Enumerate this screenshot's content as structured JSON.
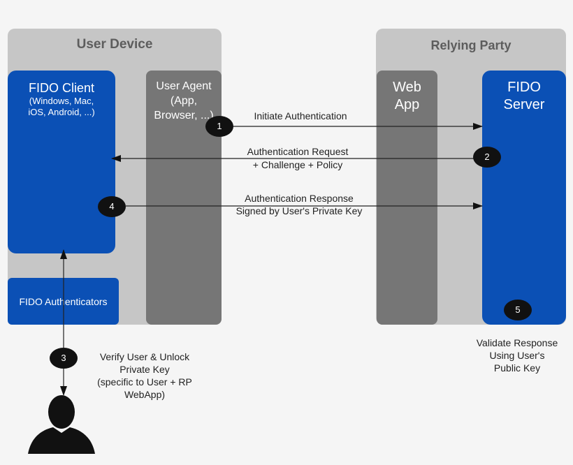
{
  "user_device": {
    "title": "User Device",
    "fido_client": {
      "title": "FIDO Client",
      "sub1": "(Windows, Mac,",
      "sub2": "iOS, Android, ...)"
    },
    "authenticators": {
      "label": "FIDO Authenticators"
    },
    "user_agent": {
      "line1": "User Agent",
      "line2": "(App,",
      "line3": "Browser, ...)"
    }
  },
  "relying_party": {
    "title": "Relying Party",
    "web_app": {
      "line1": "Web",
      "line2": "App"
    },
    "fido_server": {
      "line1": "FIDO",
      "line2": "Server"
    }
  },
  "steps": {
    "s1": {
      "num": "1",
      "text": "Initiate Authentication"
    },
    "s2": {
      "num": "2",
      "line1": "Authentication Request",
      "line2": "+ Challenge + Policy"
    },
    "s3": {
      "num": "3",
      "line1": "Verify User & Unlock",
      "line2": "Private Key",
      "line3": "(specific to User + RP",
      "line4": "WebApp)"
    },
    "s4": {
      "num": "4",
      "line1": "Authentication Response",
      "line2": "Signed by User's Private Key"
    },
    "s5": {
      "num": "5",
      "line1": "Validate Response",
      "line2": "Using User's",
      "line3": "Public Key"
    }
  },
  "colors": {
    "fido_blue": "#0b50b5",
    "panel_gray": "#c6c6c6",
    "agent_gray": "#767676"
  },
  "icons": {
    "user": "user-silhouette-icon"
  }
}
